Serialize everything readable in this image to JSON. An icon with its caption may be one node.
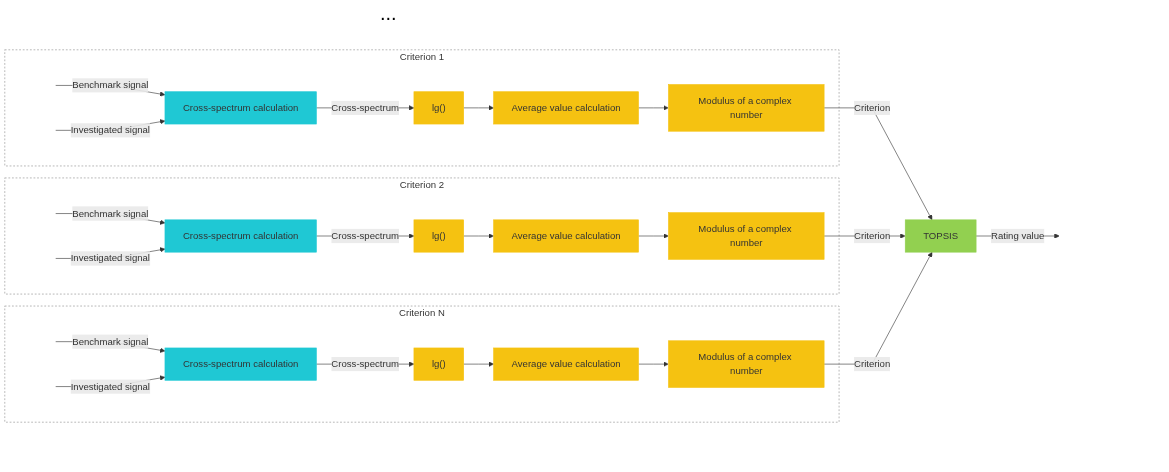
{
  "diagram": {
    "nodes": [
      {
        "text": [
          "Criterion 1"
        ]
      },
      {
        "text": [
          "Cross-spectrum calculation"
        ],
        "in": 0
      },
      {
        "text": [
          "lg()"
        ],
        "in": 0
      },
      {
        "text": [
          "Average value calculation"
        ],
        "in": 0
      },
      {
        "text": [
          "Modulus of a complex number"
        ],
        "in": 0
      },
      {
        "text": [
          "Criterion 2"
        ]
      },
      {
        "text": [
          "Cross-spectrum calculation"
        ],
        "in": 5
      },
      {
        "text": [
          "lg()"
        ],
        "in": 5
      },
      {
        "text": [
          "Average value calculation"
        ],
        "in": 5
      },
      {
        "text": [
          "Modulus of a complex number"
        ],
        "in": 5
      },
      {
        "text": [
          "Criterion N"
        ]
      },
      {
        "text": [
          "Cross-spectrum calculation"
        ],
        "in": 10
      },
      {
        "text": [
          "lg()"
        ],
        "in": 10
      },
      {
        "text": [
          "Average value calculation"
        ],
        "in": 10
      },
      {
        "text": [
          "Modulus of a complex number"
        ],
        "in": 10
      },
      {
        "text": [
          "TOPSIS"
        ]
      }
    ],
    "edges": [
      {
        "from": null,
        "to": 1,
        "arrow": "to",
        "label": "Benchmark signal"
      },
      {
        "from": null,
        "to": 1,
        "arrow": "to",
        "label": "Investigated signal"
      },
      {
        "from": 1,
        "to": 2,
        "arrow": "to",
        "label": "Cross-spectrum"
      },
      {
        "from": 2,
        "to": 3,
        "arrow": "to"
      },
      {
        "from": 3,
        "to": 4,
        "arrow": "to"
      },
      {
        "from": 4,
        "to": 15,
        "arrow": "to",
        "label": "Criterion"
      },
      {
        "from": null,
        "to": 6,
        "arrow": "to",
        "label": "Benchmark signal"
      },
      {
        "from": null,
        "to": 6,
        "arrow": "to",
        "label": "Investigated signal"
      },
      {
        "from": 6,
        "to": 7,
        "arrow": "to",
        "label": "Cross-spectrum"
      },
      {
        "from": 7,
        "to": 8,
        "arrow": "to"
      },
      {
        "from": 8,
        "to": 9,
        "arrow": "to"
      },
      {
        "from": 9,
        "to": 15,
        "arrow": "to",
        "label": "Criterion"
      },
      {
        "from": null,
        "to": 11,
        "arrow": "to",
        "label": "Benchmark signal"
      },
      {
        "from": null,
        "to": 11,
        "arrow": "to",
        "label": "Investigated signal"
      },
      {
        "from": 11,
        "to": 12,
        "arrow": "to",
        "label": "Cross-spectrum"
      },
      {
        "from": 12,
        "to": 13,
        "arrow": "to"
      },
      {
        "from": 13,
        "to": 14,
        "arrow": "to"
      },
      {
        "from": 14,
        "to": 15,
        "arrow": "to",
        "label": "Criterion"
      },
      {
        "from": 15,
        "to": null,
        "arrow": "to",
        "label": "Rating value"
      }
    ],
    "labels": [
      "..."
    ]
  }
}
